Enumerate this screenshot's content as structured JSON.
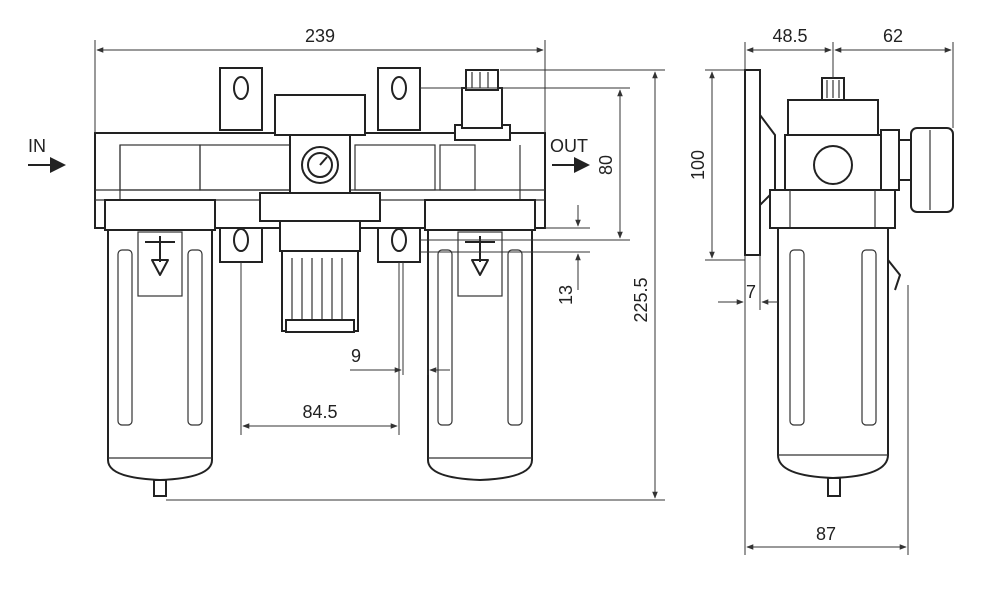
{
  "labels": {
    "inlet": "IN",
    "outlet": "OUT"
  },
  "dimensions": {
    "overall_width": "239",
    "port_height": "80",
    "bracket_offset": "13",
    "total_height": "225.5",
    "inner_gap": "9",
    "bowl_spacing": "84.5",
    "side_depth_front": "48.5",
    "side_depth_rear": "62",
    "side_height": "100",
    "side_wall": "7",
    "side_bowl_width": "87"
  }
}
